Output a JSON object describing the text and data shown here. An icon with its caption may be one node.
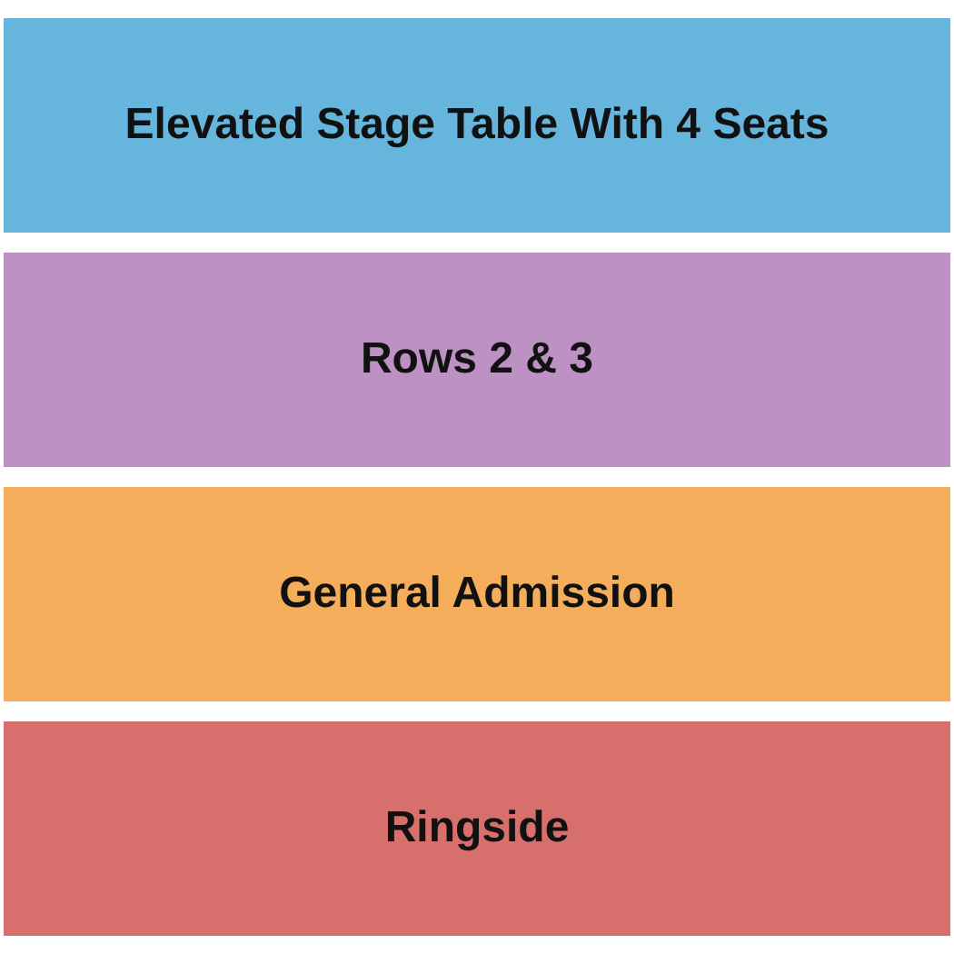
{
  "diagram": {
    "nodes": [
      {
        "text": [
          "Elevated Stage Table With 4 Seats"
        ]
      },
      {
        "text": [
          "Rows 2 & 3"
        ]
      },
      {
        "text": [
          "General Admission"
        ]
      },
      {
        "text": [
          "Ringside"
        ]
      }
    ]
  }
}
